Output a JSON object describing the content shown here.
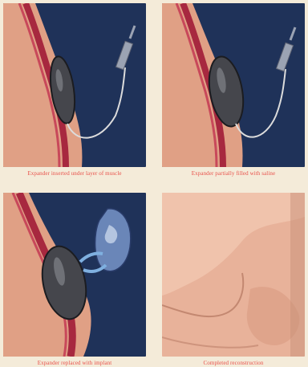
{
  "panels": [
    {
      "caption": "Expander inserted under layer of muscle"
    },
    {
      "caption": "Expander partially filled with saline"
    },
    {
      "caption": "Expander replaced with implant"
    },
    {
      "caption": "Completed reconstruction"
    }
  ],
  "colors": {
    "background": "#f4ebd9",
    "panel_bg": "#1e3158",
    "skin": "#e4a487",
    "muscle": "#b8324a",
    "implant": "#4a4b50",
    "caption": "#e8504a"
  }
}
